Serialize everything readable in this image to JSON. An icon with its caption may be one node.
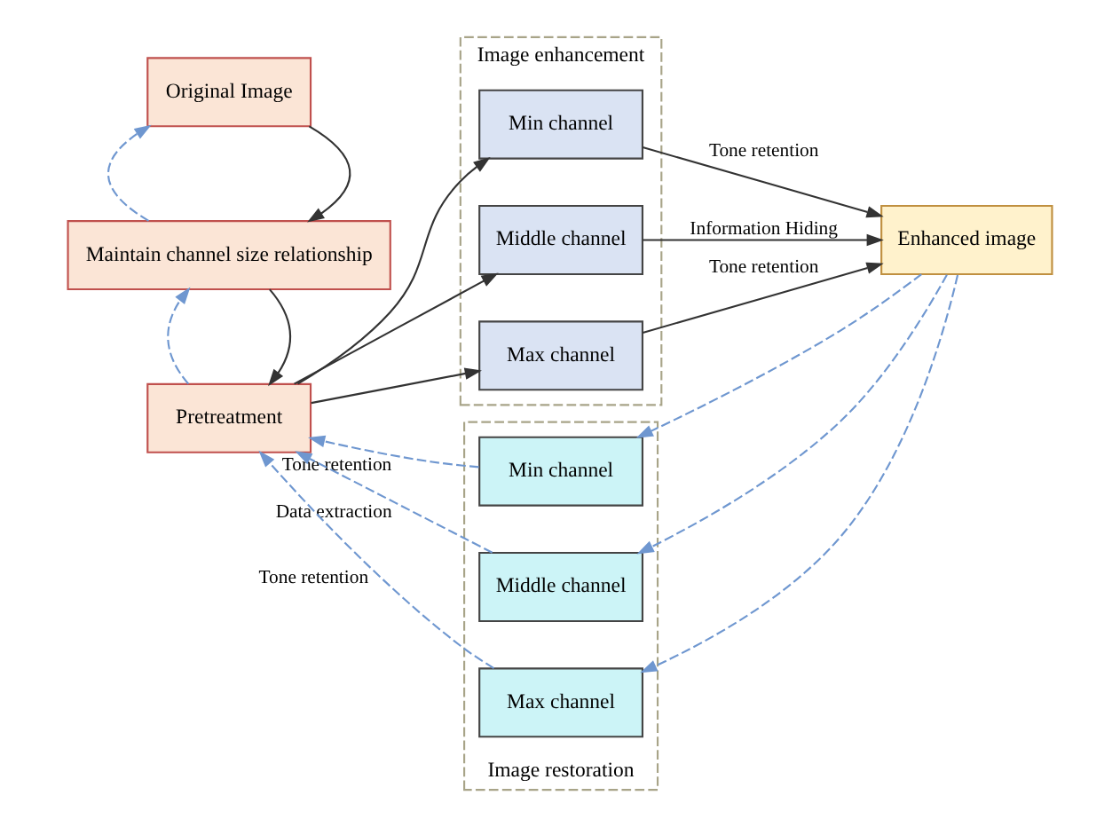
{
  "diagram": {
    "nodes": [
      {
        "text": [
          "Original Image"
        ]
      },
      {
        "text": [
          "Maintain channel size relationship"
        ]
      },
      {
        "text": [
          "Pretreatment"
        ]
      },
      {
        "text": [
          "Image enhancement"
        ]
      },
      {
        "text": [
          "Min channel"
        ],
        "in": 3
      },
      {
        "text": [
          "Middle channel"
        ],
        "in": 3
      },
      {
        "text": [
          "Max channel"
        ],
        "in": 3
      },
      {
        "text": [
          "Enhanced image"
        ]
      },
      {
        "text": [
          "Image restoration"
        ]
      },
      {
        "text": [
          "Min channel"
        ],
        "in": 8
      },
      {
        "text": [
          "Middle channel"
        ],
        "in": 8
      },
      {
        "text": [
          "Max channel"
        ],
        "in": 8
      }
    ],
    "edges": [
      {
        "from": 0,
        "to": 1,
        "arrow": "to"
      },
      {
        "from": 1,
        "to": 0,
        "arrow": "to",
        "style": "dashed",
        "color": "#6f97d0"
      },
      {
        "from": 1,
        "to": 2,
        "arrow": "to"
      },
      {
        "from": 2,
        "to": 1,
        "arrow": "to",
        "style": "dashed",
        "color": "#6f97d0"
      },
      {
        "from": 2,
        "to": 4,
        "arrow": "to"
      },
      {
        "from": 2,
        "to": 5,
        "arrow": "to"
      },
      {
        "from": 2,
        "to": 6,
        "arrow": "to"
      },
      {
        "from": 4,
        "to": 7,
        "arrow": "to",
        "label": "Tone retention"
      },
      {
        "from": 5,
        "to": 7,
        "arrow": "to",
        "label": "Information Hiding"
      },
      {
        "from": 6,
        "to": 7,
        "arrow": "to",
        "label": "Tone retention"
      },
      {
        "from": 7,
        "to": 9,
        "arrow": "to",
        "style": "dashed",
        "color": "#6f97d0"
      },
      {
        "from": 7,
        "to": 10,
        "arrow": "to",
        "style": "dashed",
        "color": "#6f97d0"
      },
      {
        "from": 7,
        "to": 11,
        "arrow": "to",
        "style": "dashed",
        "color": "#6f97d0"
      },
      {
        "from": 9,
        "to": 2,
        "arrow": "to",
        "style": "dashed",
        "color": "#6f97d0",
        "label": "Tone retention"
      },
      {
        "from": 10,
        "to": 2,
        "arrow": "to",
        "style": "dashed",
        "color": "#6f97d0",
        "label": "Data extraction"
      },
      {
        "from": 11,
        "to": 2,
        "arrow": "to",
        "style": "dashed",
        "color": "#6f97d0",
        "label": "Tone retention"
      }
    ]
  }
}
